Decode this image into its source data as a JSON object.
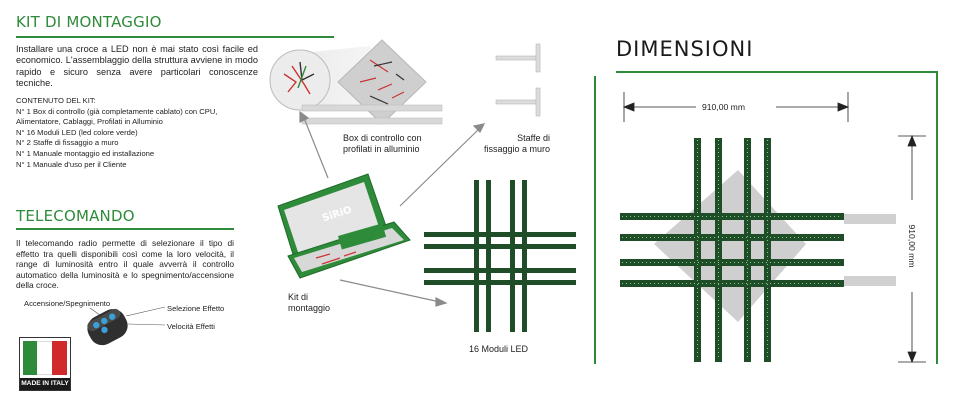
{
  "kit": {
    "heading": "KIT DI MONTAGGIO",
    "intro": "Installare una croce a LED non è mai stato così facile ed economico. L'assemblaggio della struttura avviene in modo rapido e sicuro senza avere particolari conoscenze tecniche.",
    "contents_title": "CONTENUTO DEL KIT:",
    "contents": [
      "N° 1 Box di controllo (già completamente cablato) con CPU,",
      "Alimentatore, Cablaggi, Profilati in Alluminio",
      "N° 16 Moduli LED (led colore verde)",
      "N° 2 Staffe di fissaggio a muro",
      "N° 1 Manuale montaggio ed installazione",
      "N° 1 Manuale d'uso per il Cliente"
    ]
  },
  "remote": {
    "heading": "TELECOMANDO",
    "text": "Il telecomando radio permette di selezionare il tipo di effetto tra quelli disponibili così come la loro velocità, il range di luminosità entro il quale avverrà il controllo automatico della luminosità e lo spegnimento/accensione della croce.",
    "label_power": "Accensione/Spegnimento",
    "label_effect": "Selezione Effetto",
    "label_speed": "Velocità Effetti"
  },
  "badge": {
    "made_in": "MADE IN ITALY"
  },
  "diagram": {
    "box_label_1": "Box di controllo con",
    "box_label_2": "profilati in alluminio",
    "bracket_label_1": "Staffe di",
    "bracket_label_2": "fissaggio a muro",
    "kit_label_1": "Kit di",
    "kit_label_2": "montaggio",
    "case_brand": "SiRiO",
    "modules_label": "16 Moduli LED"
  },
  "dimensions": {
    "heading": "DIMENSIONI",
    "width_label": "910,00 mm",
    "height_label": "910,00 mm"
  },
  "colors": {
    "accent": "#2e8b3a",
    "led_dark": "#1f4d27",
    "flag_green": "#2e8b3a",
    "flag_red": "#d02a2a"
  }
}
